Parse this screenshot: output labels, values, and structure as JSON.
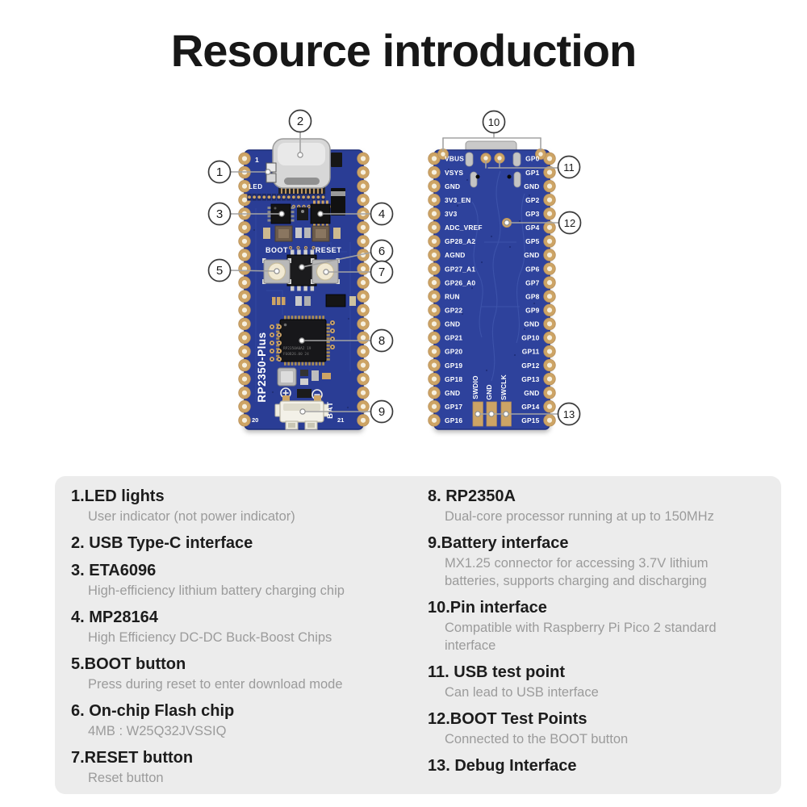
{
  "title": "Resource introduction",
  "colors": {
    "pcb_front": "#2a3e95",
    "pcb_back": "#2d439c",
    "pad_gold": "#cda465",
    "pad_hole": "#f6f0e0",
    "panel_bg": "#ececec",
    "legend_title": "#1c1c1c",
    "legend_desc": "#9b9b9b",
    "callout_line": "#a3a3a3"
  },
  "callouts": [
    "1",
    "2",
    "3",
    "4",
    "5",
    "6",
    "7",
    "8",
    "9",
    "10",
    "11",
    "12",
    "13"
  ],
  "front_board": {
    "pin1_marker": "1",
    "led_label": "LED",
    "boot_label": "BOOT",
    "reset_label": "RESET",
    "model_label": "RP2350-Plus",
    "bat_label": "BAT",
    "pin20_marker": "20",
    "pin21_marker": "21",
    "chip_line1": "RP2350A0A2 19",
    "chip_line2": "F60B26.00 24"
  },
  "back_board": {
    "left_pins": [
      "VBUS",
      "VSYS",
      "GND",
      "3V3_EN",
      "3V3",
      "ADC_VREF",
      "GP28_A2",
      "AGND",
      "GP27_A1",
      "GP26_A0",
      "RUN",
      "GP22",
      "GND",
      "GP21",
      "GP20",
      "GP19",
      "GP18",
      "GND",
      "GP17",
      "GP16"
    ],
    "right_pins": [
      "GP0",
      "GP1",
      "GND",
      "GP2",
      "GP3",
      "GP4",
      "GP5",
      "GND",
      "GP6",
      "GP7",
      "GP8",
      "GP9",
      "GND",
      "GP10",
      "GP11",
      "GP12",
      "GP13",
      "GND",
      "GP14",
      "GP15"
    ],
    "debug_labels": [
      "SWDIO",
      "GND",
      "SWCLK"
    ]
  },
  "legend": {
    "left": [
      {
        "title": "1.LED lights",
        "desc": [
          "User indicator (not power indicator)"
        ]
      },
      {
        "title": "2. USB Type-C interface",
        "desc": []
      },
      {
        "title": "3. ETA6096",
        "desc": [
          "High-efficiency lithium battery charging chip"
        ]
      },
      {
        "title": "4. MP28164",
        "desc": [
          "High Efficiency DC-DC Buck-Boost Chips"
        ]
      },
      {
        "title": "5.BOOT button",
        "desc": [
          "Press during reset to enter download mode"
        ]
      },
      {
        "title": "6. On-chip Flash chip",
        "desc": [
          "4MB : W25Q32JVSSIQ"
        ]
      },
      {
        "title": "7.RESET button",
        "desc": [
          "Reset button"
        ]
      }
    ],
    "right": [
      {
        "title": "8. RP2350A",
        "desc": [
          "Dual-core processor running at up to 150MHz"
        ]
      },
      {
        "title": "9.Battery interface",
        "desc": [
          "MX1.25 connector for accessing 3.7V lithium",
          "batteries, supports charging and discharging"
        ]
      },
      {
        "title": "10.Pin interface",
        "desc": [
          "Compatible with Raspberry Pi Pico 2 standard",
          "interface"
        ]
      },
      {
        "title": "11. USB test point",
        "desc": [
          "Can lead to USB interface"
        ]
      },
      {
        "title": "12.BOOT Test Points",
        "desc": [
          "Connected to the BOOT button"
        ]
      },
      {
        "title": "13. Debug Interface",
        "desc": []
      }
    ]
  }
}
